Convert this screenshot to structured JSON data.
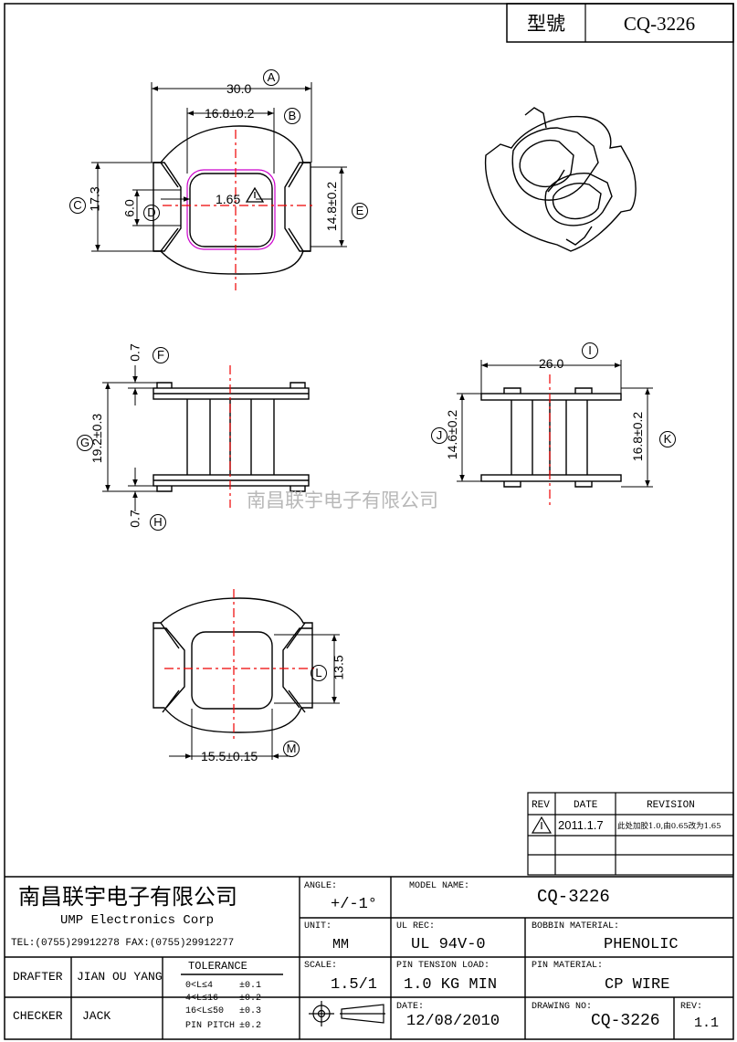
{
  "header": {
    "model_label": "型號",
    "model_value": "CQ-3226"
  },
  "watermark": "南昌联宇电子有限公司",
  "dimensions": {
    "A": {
      "marker": "A",
      "value": "30.0"
    },
    "B": {
      "marker": "B",
      "value": "16.8±0.2"
    },
    "C": {
      "marker": "C",
      "value": "17.3"
    },
    "D": {
      "marker": "D",
      "value": "6.0"
    },
    "E": {
      "marker": "E",
      "value": "14.8±0.2"
    },
    "center_note": "1.65",
    "F": {
      "marker": "F",
      "value": "0.7"
    },
    "G": {
      "marker": "G",
      "value": "19.2±0.3"
    },
    "H": {
      "marker": "H",
      "value": "0.7"
    },
    "I": {
      "marker": "I",
      "value": "26.0"
    },
    "J": {
      "marker": "J",
      "value": "14.6±0.2"
    },
    "K": {
      "marker": "K",
      "value": "16.8±0.2"
    },
    "L": {
      "marker": "L",
      "value": "13.5"
    },
    "M": {
      "marker": "M",
      "value": "15.5±0.15"
    }
  },
  "revision_table": {
    "headers": [
      "REV",
      "DATE",
      "REVISION"
    ],
    "rows": [
      {
        "rev": "1",
        "date": "2011.1.7",
        "revision": "此处加胶1.0,由0.65改为1.65"
      }
    ]
  },
  "title_block": {
    "company_cn": "南昌联宇电子有限公司",
    "company_en": "UMP  Electronics  Corp",
    "contact": "TEL:(0755)29912278 FAX:(0755)29912277",
    "drafter_label": "DRAFTER",
    "drafter_value": "JIAN OU YANG",
    "checker_label": "CHECKER",
    "checker_value": "JACK",
    "tolerance_label": "TOLERANCE",
    "tolerance_rows": [
      {
        "range": "0<L≤4",
        "value": "±0.1"
      },
      {
        "range": "4<L≤16",
        "value": "±0.2"
      },
      {
        "range": "16<L≤50",
        "value": "±0.3"
      }
    ],
    "pin_pitch_label": "PIN PITCH",
    "pin_pitch_value": "±0.2",
    "angle_label": "ANGLE:",
    "angle_value": "+/-1°",
    "unit_label": "UNIT:",
    "unit_value": "MM",
    "scale_label": "SCALE:",
    "scale_value": "1.5/1",
    "model_name_label": "MODEL NAME:",
    "model_name_value": "CQ-3226",
    "ul_rec_label": "UL REC:",
    "ul_rec_value": "UL 94V-0",
    "bobbin_material_label": "BOBBIN MATERIAL:",
    "bobbin_material_value": "PHENOLIC",
    "pin_tension_label": "PIN TENSION LOAD:",
    "pin_tension_value": "1.0  KG MIN",
    "pin_material_label": "PIN MATERIAL:",
    "pin_material_value": "CP  WIRE",
    "date_label": "DATE:",
    "date_value": "12/08/2010",
    "drawing_no_label": "DRAWING NO:",
    "drawing_no_value": "CQ-3226",
    "rev_label": "REV:",
    "rev_value": "1.1"
  }
}
